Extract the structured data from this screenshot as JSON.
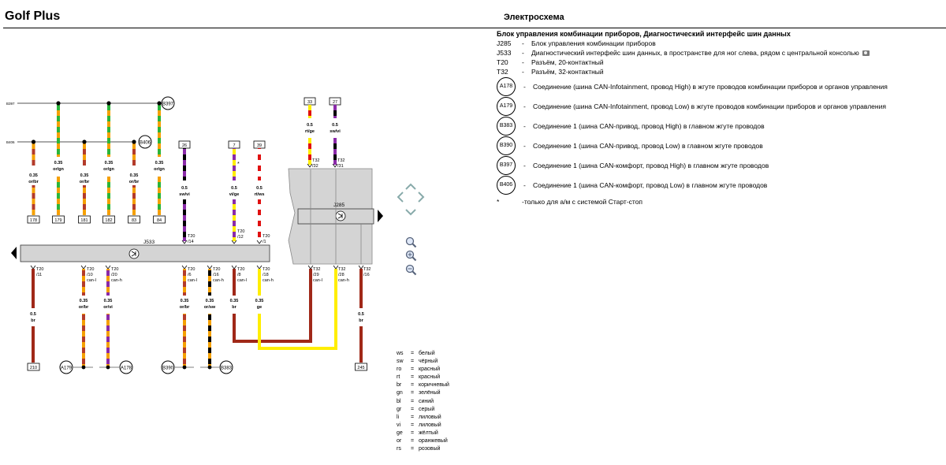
{
  "header": {
    "brand": "Golf Plus",
    "doc_title": "Электросхема"
  },
  "legend": {
    "title": "Блок управления комбинации приборов, Диагностический интерфейс шин данных",
    "components": [
      {
        "code": "J285",
        "text": "Блок управления комбинации приборов"
      },
      {
        "code": "J533",
        "text": "Диагностический интерфейс шин данных, в пространстве для ног слева, рядом с центральной консолью"
      },
      {
        "code": "T20",
        "text": "Разъём, 20-контактный"
      },
      {
        "code": "T32",
        "text": "Разъём, 32-контактный"
      }
    ],
    "connections": [
      {
        "code": "A178",
        "text": "Соединение (шина CAN-Infotainment, провод High) в жгуте проводов комбинации приборов и органов управления"
      },
      {
        "code": "A179",
        "text": "Соединение (шина CAN-Infotainment, провод Low) в жгуте проводов комбинации приборов и органов управления"
      },
      {
        "code": "B383",
        "text": "Соединение 1 (шина CAN-привод, провод High) в главном жгуте проводов"
      },
      {
        "code": "B390",
        "text": "Соединение 1 (шина CAN-привод, провод Low) в главном жгуте проводов"
      },
      {
        "code": "B397",
        "text": "Соединение 1 (шина CAN-комфорт, провод High) в главном жгуте проводов"
      },
      {
        "code": "B406",
        "text": "Соединение 1 (шина CAN-комфорт, провод Low) в главном жгуте проводов"
      }
    ],
    "note": {
      "mark": "*",
      "text": "только для а/м с системой Старт-стоп"
    }
  },
  "color_codes": [
    {
      "code": "ws",
      "name": "белый"
    },
    {
      "code": "sw",
      "name": "чёрный"
    },
    {
      "code": "ro",
      "name": "красный"
    },
    {
      "code": "rt",
      "name": "красный"
    },
    {
      "code": "br",
      "name": "коричневый"
    },
    {
      "code": "gn",
      "name": "зелёный"
    },
    {
      "code": "bl",
      "name": "синий"
    },
    {
      "code": "gr",
      "name": "серый"
    },
    {
      "code": "li",
      "name": "лиловый"
    },
    {
      "code": "vi",
      "name": "лиловый"
    },
    {
      "code": "ge",
      "name": "жёлтый"
    },
    {
      "code": "or",
      "name": "оранжевый"
    },
    {
      "code": "rs",
      "name": "розовый"
    }
  ],
  "diagram": {
    "bus_labels": {
      "b397": "B397",
      "b406": "B406"
    },
    "j533": {
      "label": "J533"
    },
    "j285": {
      "label": "J285"
    },
    "top_wires": [
      {
        "spec": "0.35",
        "color": "or/br",
        "ref": "178"
      },
      {
        "spec": "0.35",
        "color": "or/gn",
        "ref": "179"
      },
      {
        "spec": "0.35",
        "color": "or/br",
        "ref": "181"
      },
      {
        "spec": "0.35",
        "color": "or/gn",
        "ref": "182"
      },
      {
        "spec": "0.35",
        "color": "or/br",
        "ref": "83"
      },
      {
        "spec": "0.35",
        "color": "or/gn",
        "ref": "84"
      }
    ],
    "j533_in": [
      {
        "ref": "26",
        "spec": "0.5",
        "color": "sw/vi",
        "pin": "T20",
        "pin_no": "/14",
        "star": ""
      },
      {
        "ref": "7",
        "spec": "0.5",
        "color": "vi/ge",
        "pin": "T20",
        "pin_no": "/12",
        "star": "*"
      },
      {
        "ref": "39",
        "spec": "0.5",
        "color": "rt/ws",
        "pin": "T20",
        "pin_no": "/1",
        "star": ""
      }
    ],
    "j533_out": [
      {
        "pin": "T20",
        "pin_no": "/11",
        "sig": "",
        "spec": "0.5",
        "color": "br",
        "dest": "210"
      },
      {
        "pin": "T20",
        "pin_no": "/10",
        "sig": "can-l",
        "spec": "0.35",
        "color": "or/br",
        "dest": "A179"
      },
      {
        "pin": "T20",
        "pin_no": "/20",
        "sig": "can-h",
        "spec": "0.35",
        "color": "or/vi",
        "dest": "A178"
      },
      {
        "pin": "T20",
        "pin_no": "/6",
        "sig": "can-l",
        "spec": "0.35",
        "color": "or/br",
        "dest": "B390"
      },
      {
        "pin": "T20",
        "pin_no": "/16",
        "sig": "can-h",
        "spec": "0.35",
        "color": "or/sw",
        "dest": "B383"
      },
      {
        "pin": "T20",
        "pin_no": "/8",
        "sig": "can-l",
        "spec": "0.35",
        "color": "br",
        "dest": ""
      },
      {
        "pin": "T20",
        "pin_no": "/18",
        "sig": "can-h",
        "spec": "0.35",
        "color": "ge",
        "dest": ""
      }
    ],
    "j285_in": [
      {
        "ref": "33",
        "spec": "0.5",
        "color": "rt/ge",
        "pin": "T32",
        "pin_no": "/32"
      },
      {
        "ref": "27",
        "spec": "0.5",
        "color": "sw/vi",
        "pin": "T32",
        "pin_no": "/31"
      }
    ],
    "j285_out": [
      {
        "pin": "T32",
        "pin_no": "/29",
        "sig": "can-l",
        "spec": "",
        "color": "",
        "dest": ""
      },
      {
        "pin": "T32",
        "pin_no": "/28",
        "sig": "can-h",
        "spec": "",
        "color": "",
        "dest": ""
      },
      {
        "pin": "T32",
        "pin_no": "/16",
        "sig": "",
        "spec": "0.5",
        "color": "br",
        "dest": "245"
      }
    ]
  }
}
